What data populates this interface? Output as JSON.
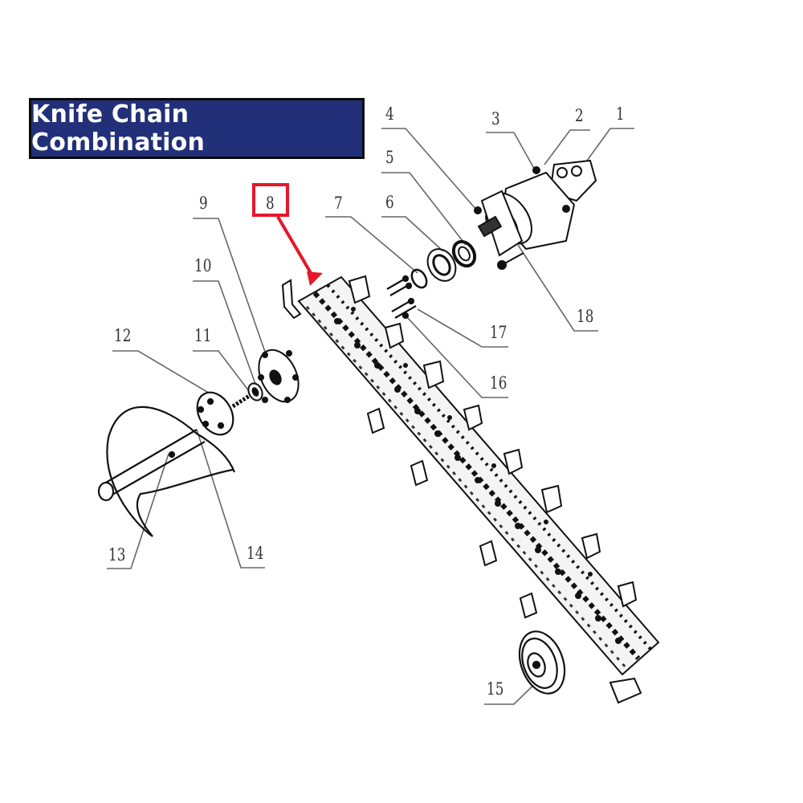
{
  "title": "Knife Chain Combination",
  "colors": {
    "banner_bg": "#223079",
    "banner_text": "#ffffff",
    "highlight": "#e6172a",
    "line": "#555555"
  },
  "highlighted_part": "8",
  "callouts": [
    {
      "id": "1",
      "label": "1"
    },
    {
      "id": "2",
      "label": "2"
    },
    {
      "id": "3",
      "label": "3"
    },
    {
      "id": "4",
      "label": "4"
    },
    {
      "id": "5",
      "label": "5"
    },
    {
      "id": "6",
      "label": "6"
    },
    {
      "id": "7",
      "label": "7"
    },
    {
      "id": "8",
      "label": "8"
    },
    {
      "id": "9",
      "label": "9"
    },
    {
      "id": "10",
      "label": "10"
    },
    {
      "id": "11",
      "label": "11"
    },
    {
      "id": "12",
      "label": "12"
    },
    {
      "id": "13",
      "label": "13"
    },
    {
      "id": "14",
      "label": "14"
    },
    {
      "id": "15",
      "label": "15"
    },
    {
      "id": "16",
      "label": "16"
    },
    {
      "id": "17",
      "label": "17"
    },
    {
      "id": "18",
      "label": "18"
    }
  ],
  "components": {
    "motor": "hydraulic-motor",
    "chain_bar": "knife-chain-bar",
    "sprocket": "drive-sprocket",
    "auger": "spiral-auger",
    "idler_wheel": "idler-wheel"
  }
}
